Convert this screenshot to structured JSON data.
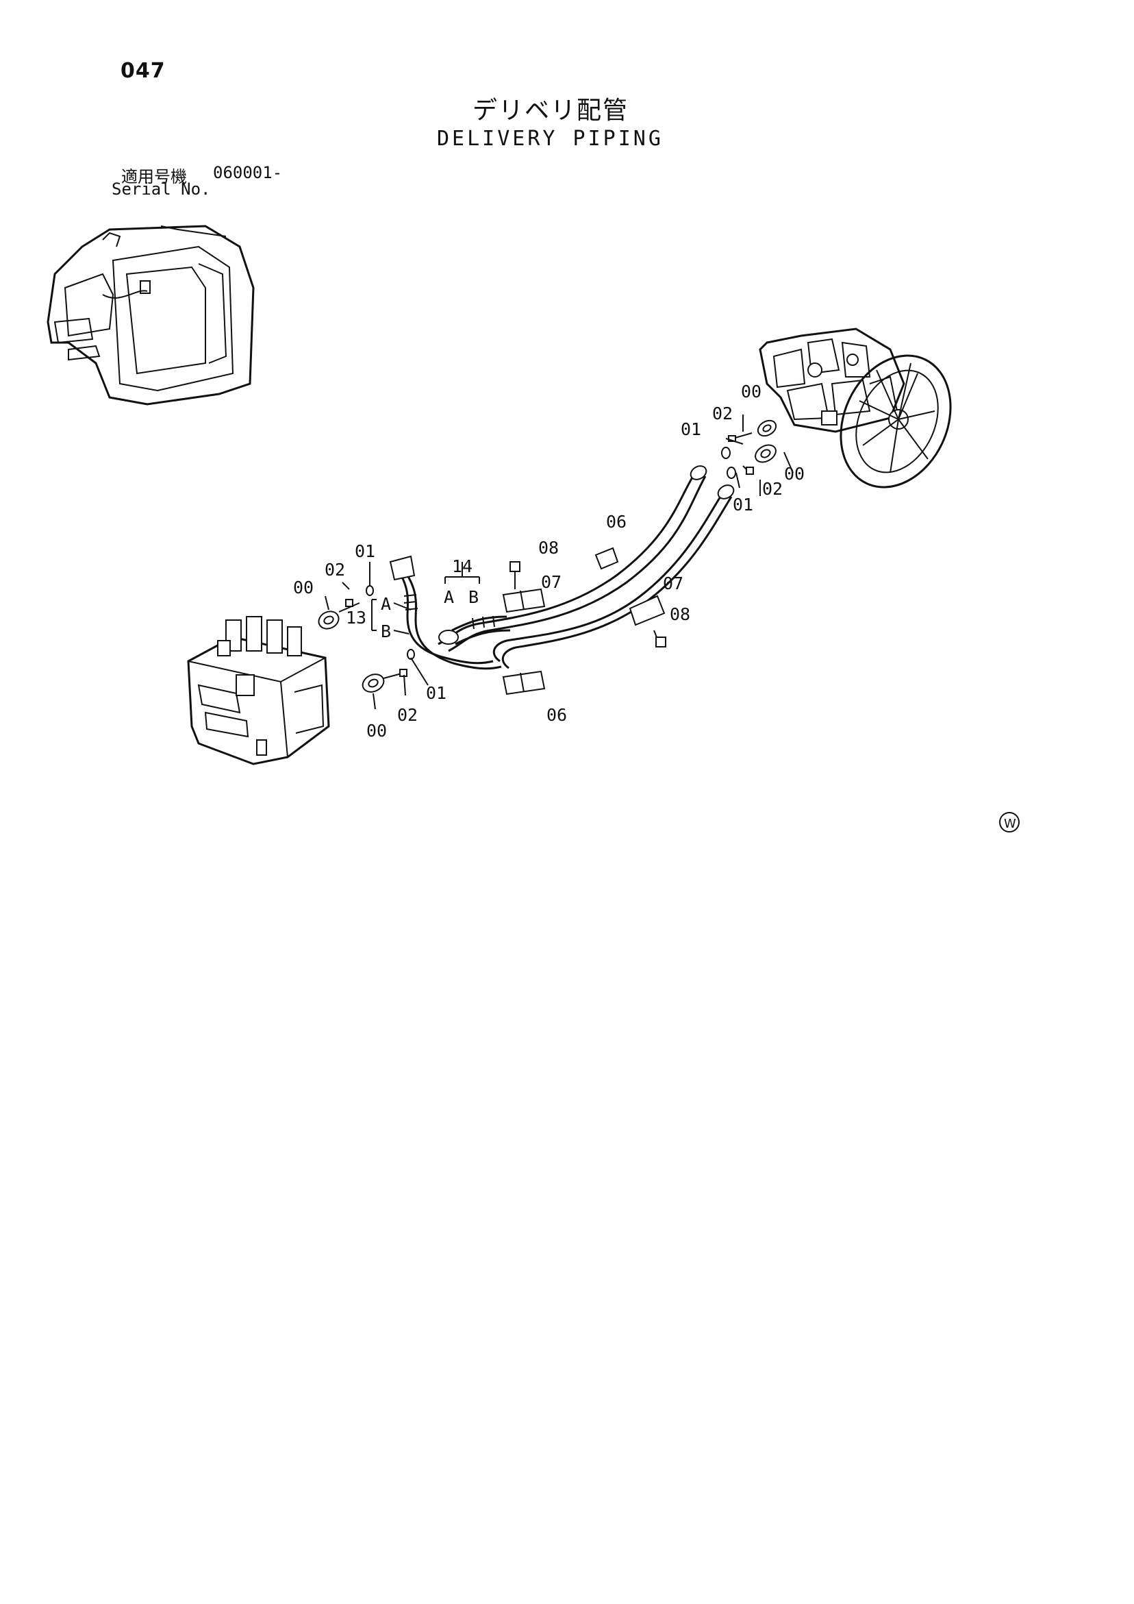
{
  "header": {
    "page_number": "047",
    "title_jp": "デリベリ配管",
    "title_en": "DELIVERY PIPING",
    "serial_label_jp": "適用号機",
    "serial_value": "060001-",
    "serial_label_en": "Serial No."
  },
  "callouts": {
    "top_right": {
      "c00a": "00",
      "c02a": "02",
      "c01a": "01",
      "c00b": "00",
      "c02b": "02",
      "c01b": "01"
    },
    "middle": {
      "c06a": "06",
      "c07a": "07",
      "c08a": "08",
      "c14": "14",
      "c14a": "A",
      "c14b": "B",
      "c08b": "08",
      "c07b": "07",
      "c06b": "06"
    },
    "left": {
      "c01a": "01",
      "c02a": "02",
      "c00a": "00",
      "c13": "13",
      "c13a": "A",
      "c13b": "B",
      "c01b": "01",
      "c02b": "02",
      "c00b": "00"
    }
  },
  "mark": {
    "w_symbol": "W"
  }
}
